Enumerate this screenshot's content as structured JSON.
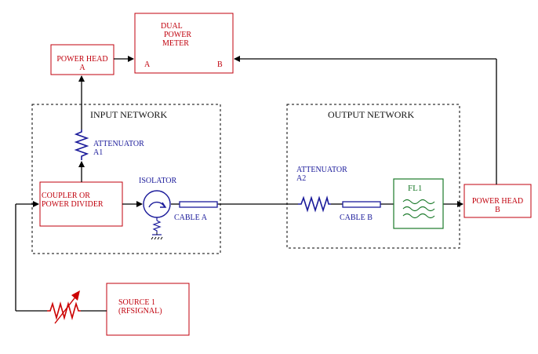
{
  "blocks": {
    "dual_power_meter": {
      "lines": [
        "DUAL",
        "POWER",
        "METER"
      ],
      "port_a": "A",
      "port_b": "B"
    },
    "power_head_a": {
      "lines": [
        "POWER HEAD",
        "A"
      ]
    },
    "power_head_b": {
      "lines": [
        "POWER HEAD",
        "B"
      ]
    },
    "coupler": {
      "lines": [
        "COUPLER OR",
        "POWER DIVIDER"
      ]
    },
    "source": {
      "lines": [
        "SOURCE 1",
        "(RFSIGNAL)"
      ]
    },
    "filter": {
      "label": "FL1"
    }
  },
  "networks": {
    "input": "INPUT NETWORK",
    "output": "OUTPUT NETWORK"
  },
  "components": {
    "attenuator_a1": [
      "ATTENUATOR",
      "A1"
    ],
    "attenuator_a2": [
      "ATTENUATOR",
      "A2"
    ],
    "isolator": "ISOLATOR",
    "cable_a": "CABLE A",
    "cable_b": "CABLE B"
  },
  "colors": {
    "block_border": "#c0000c",
    "block_text": "#c0000c",
    "component_stroke": "#1a1a9a",
    "filter": "#1b7a2a",
    "source_resistor": "#cc0000",
    "wire": "#000000"
  }
}
